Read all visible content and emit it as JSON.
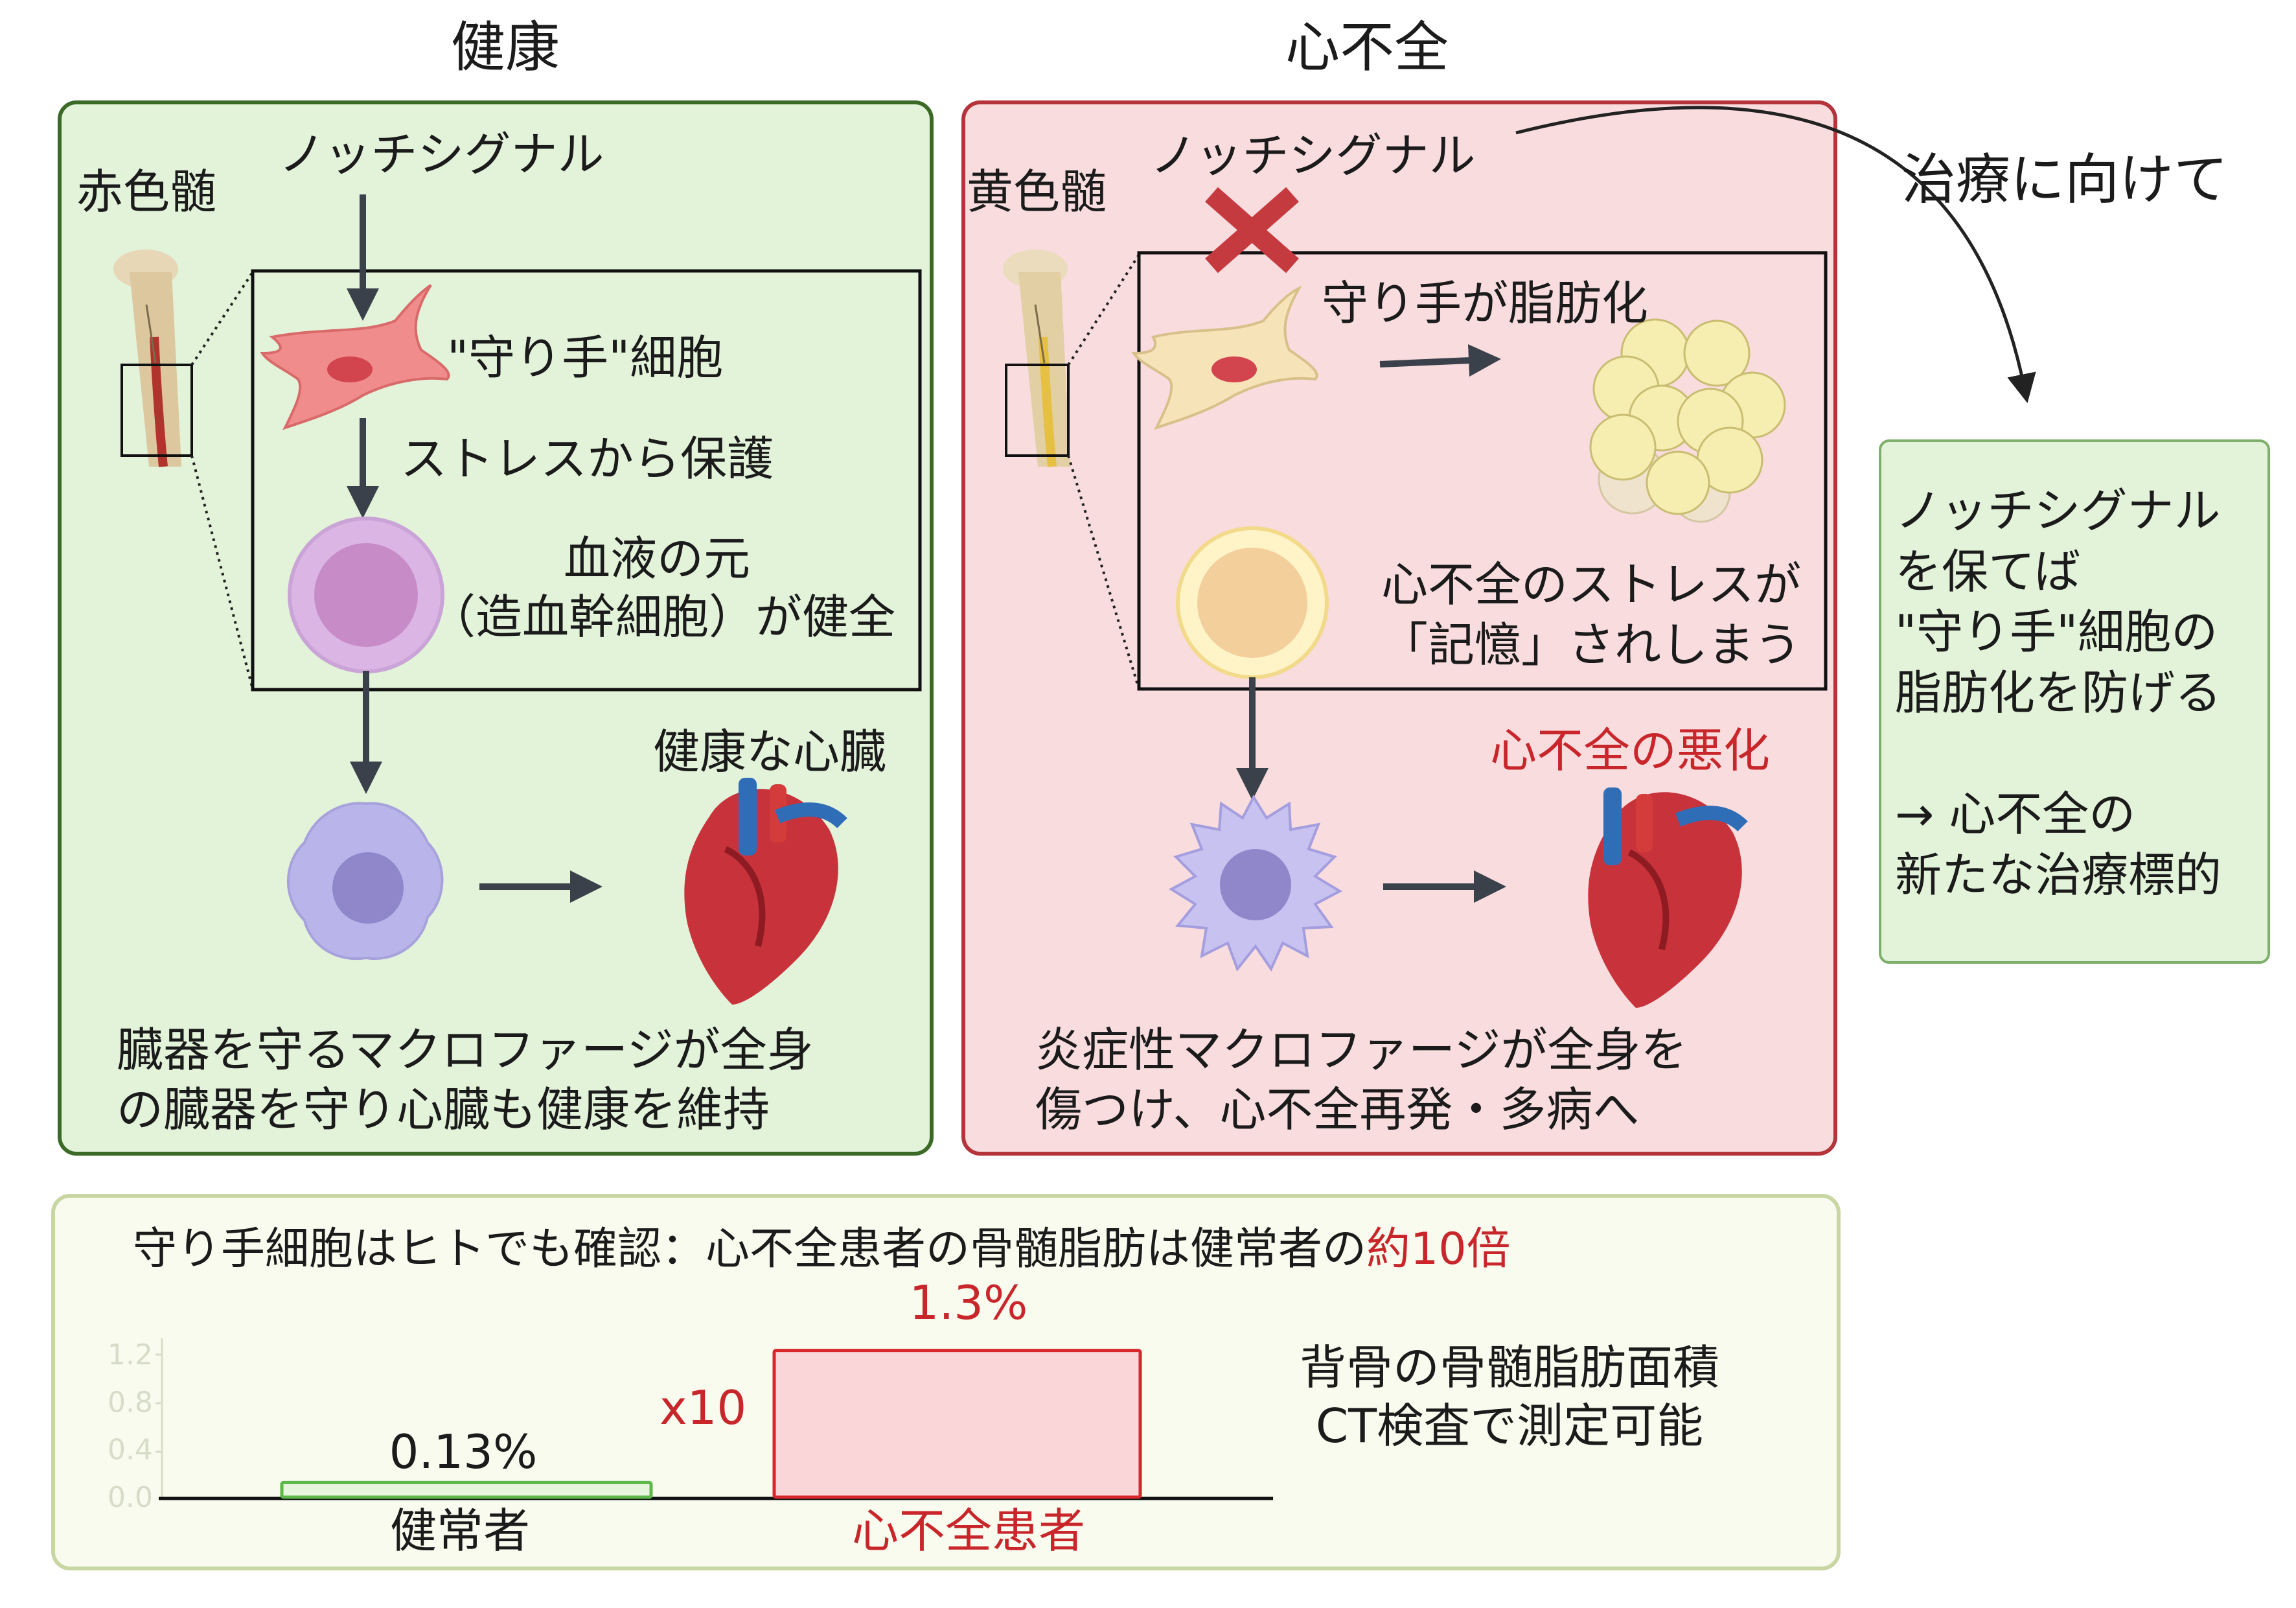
{
  "headers": {
    "healthy": "健康",
    "heart_failure": "心不全"
  },
  "healthy": {
    "marrow_label": "赤色髄",
    "notch_label": "ノッチシグナル",
    "guardian_label": "\"守り手\"細胞",
    "stress_protect": "ストレスから保護",
    "stem_line1": "血液の元",
    "stem_line2": "（造血幹細胞）が健全",
    "heart_label": "健康な心臓",
    "caption_line1": "臓器を守るマクロファージが全身",
    "caption_line2": "の臓器を守り心臓も健康を維持"
  },
  "heart_failure": {
    "marrow_label": "黄色髄",
    "notch_label": "ノッチシグナル",
    "fat_label": "守り手が脂肪化",
    "memory_line1": "心不全のストレスが",
    "memory_line2": "「記憶」されしまう",
    "worsen_label": "心不全の悪化",
    "caption_line1": "炎症性マクロファージが全身を",
    "caption_line2": "傷つけ、心不全再発・多病へ"
  },
  "treatment": {
    "title": "治療に向けて",
    "lines": [
      "ノッチシグナル",
      "を保てば",
      "\"守り手\"細胞の",
      "脂肪化を防げる",
      "",
      "→ 心不全の",
      "新たな治療標的"
    ]
  },
  "bottom": {
    "headline_main": "守り手細胞はヒトでも確認：心不全患者の骨髄脂肪は健常者の",
    "headline_highlight": "約10倍",
    "multiplier": "x10",
    "note_line1": "背骨の骨髄脂肪面積",
    "note_line2": "CT検査で測定可能"
  },
  "colors": {
    "healthy_bg": "#e2f3da",
    "healthy_border": "#3b6a27",
    "hf_bg": "#f8dcde",
    "hf_border": "#b5343c",
    "treat_bg": "#e2f3da",
    "treat_border": "#7fb06b",
    "bottom_bg": "#f8fbee",
    "bottom_border": "#c8d6a3",
    "accent_red": "#c8262b",
    "arrow": "#3b414a"
  },
  "chart_data": {
    "type": "bar",
    "categories": [
      "健常者",
      "心不全患者"
    ],
    "values": [
      0.13,
      1.3
    ],
    "value_labels": [
      "0.13%",
      "1.3%"
    ],
    "yticks": [
      "0.0",
      "0.4",
      "0.8",
      "1.2"
    ],
    "ylim": [
      0,
      1.2
    ],
    "bar_colors": [
      "#5cb848",
      "#d8262b"
    ],
    "bar_fills": [
      "#e8f5dd",
      "#fbd6d8"
    ]
  }
}
